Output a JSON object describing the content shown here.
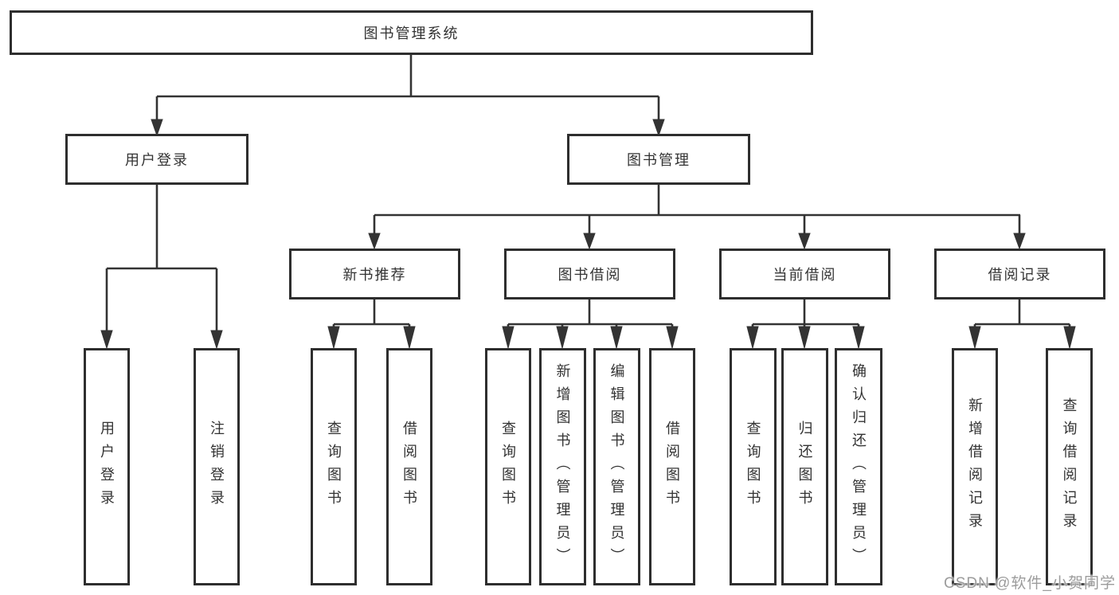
{
  "diagram": {
    "root": {
      "label": "图书管理系统"
    },
    "branches": [
      {
        "label": "用户登录",
        "children": [
          {
            "label": "用户登录"
          },
          {
            "label": "注销登录"
          }
        ]
      },
      {
        "label": "图书管理",
        "children": [
          {
            "label": "新书推荐",
            "children": [
              {
                "label": "查询图书"
              },
              {
                "label": "借阅图书"
              }
            ]
          },
          {
            "label": "图书借阅",
            "children": [
              {
                "label": "查询图书"
              },
              {
                "label": "新增图书（管理员）"
              },
              {
                "label": "编辑图书（管理员）"
              },
              {
                "label": "借阅图书"
              }
            ]
          },
          {
            "label": "当前借阅",
            "children": [
              {
                "label": "查询图书"
              },
              {
                "label": "归还图书"
              },
              {
                "label": "确认归还（管理员）"
              }
            ]
          },
          {
            "label": "借阅记录",
            "children": [
              {
                "label": "新增借阅记录"
              },
              {
                "label": "查询借阅记录"
              }
            ]
          }
        ]
      }
    ]
  },
  "watermark": {
    "text": "CSDN @软件_小贺同学",
    "color": "#9c9c9c"
  },
  "colors": {
    "line": "#333333",
    "box_border": "#2e2e2e",
    "box_fill": "#ffffff",
    "text": "#333333",
    "background": "#ffffff"
  }
}
